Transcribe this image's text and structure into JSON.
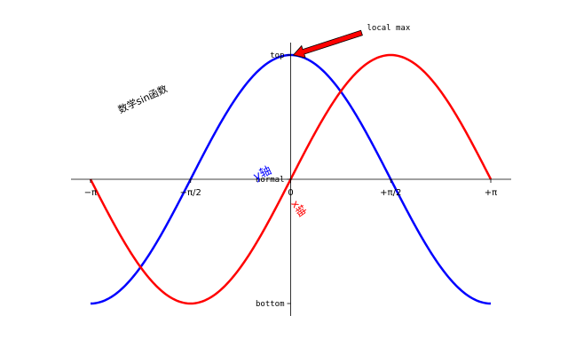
{
  "chart_data": {
    "type": "line",
    "title": "",
    "x_range": [
      -3.14159,
      3.14159
    ],
    "y_range": [
      -1,
      1
    ],
    "grid": false,
    "axes_style": "spines centered at origin",
    "x_ticks": [
      {
        "value": -3.14159,
        "label": "−π"
      },
      {
        "value": -1.5708,
        "label": "−π/2"
      },
      {
        "value": 0,
        "label": "0"
      },
      {
        "value": 1.5708,
        "label": "+π/2"
      },
      {
        "value": 3.14159,
        "label": "+π"
      }
    ],
    "y_ticks": [
      {
        "value": -1,
        "label": "bottom"
      },
      {
        "value": 0,
        "label": "normal"
      },
      {
        "value": 1,
        "label": "top"
      }
    ],
    "series": [
      {
        "function": "cos(x)",
        "color": "#0000ff",
        "x": [
          -3.1416,
          -2.3562,
          -1.5708,
          -0.7854,
          0,
          0.7854,
          1.5708,
          2.3562,
          3.1416
        ],
        "y": [
          -1,
          -0.7071,
          0,
          0.7071,
          1,
          0.7071,
          0,
          -0.7071,
          -1
        ]
      },
      {
        "function": "sin(x)",
        "color": "#ff0000",
        "x": [
          -3.1416,
          -2.3562,
          -1.5708,
          -0.7854,
          0,
          0.7854,
          1.5708,
          2.3562,
          3.1416
        ],
        "y": [
          0,
          -0.7071,
          -1,
          -0.7071,
          0,
          0.7071,
          1,
          0.7071,
          0
        ]
      }
    ],
    "annotations": [
      {
        "text": "local max",
        "x": 0,
        "y": 1,
        "arrow_color": "#ff0000"
      },
      {
        "text": "数学sin函数",
        "x": -2.3,
        "y": 0.62,
        "rotation": 25,
        "color": "#000000"
      },
      {
        "text": "y轴",
        "x": -0.42,
        "y": 0.02,
        "rotation": 25,
        "color": "#0000ff"
      },
      {
        "text": "x轴",
        "x": 0.08,
        "y": -0.25,
        "rotation": -55,
        "color": "#ff0000"
      }
    ]
  }
}
